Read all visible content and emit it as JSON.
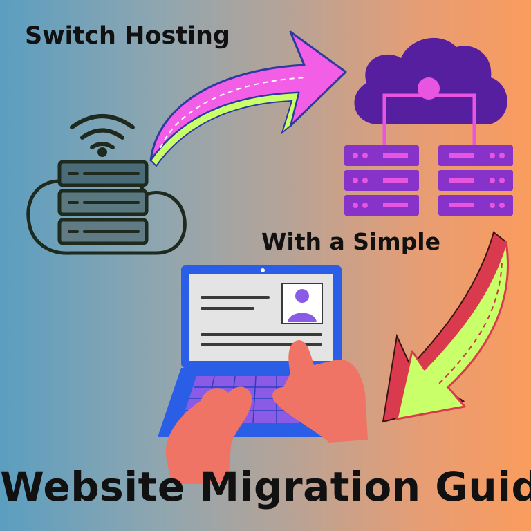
{
  "captions": {
    "top": "Switch Hosting",
    "middle": "With a Simple",
    "bottom": "Website Migration Guide"
  },
  "colors": {
    "background_left": "#5b9ec0",
    "background_right": "#fa9c5e",
    "cloud_purple": "#561fa0",
    "server_purple": "#8733c9",
    "connector_pink": "#e855e0",
    "arrow_pink": "#f25ee6",
    "arrow_green": "#c9ff68",
    "arrow_red": "#d93a4e",
    "laptop_blue": "#2b5ee6",
    "screen_grey": "#e4e4e4",
    "hand_salmon": "#ef7466",
    "outline_dark": "#1e2a1e"
  },
  "illustrations": [
    "wifi-server-cloud-icon",
    "curved-arrow-pink",
    "cloud-hosting-servers-icon",
    "curved-arrow-green",
    "laptop-with-hands-icon"
  ]
}
